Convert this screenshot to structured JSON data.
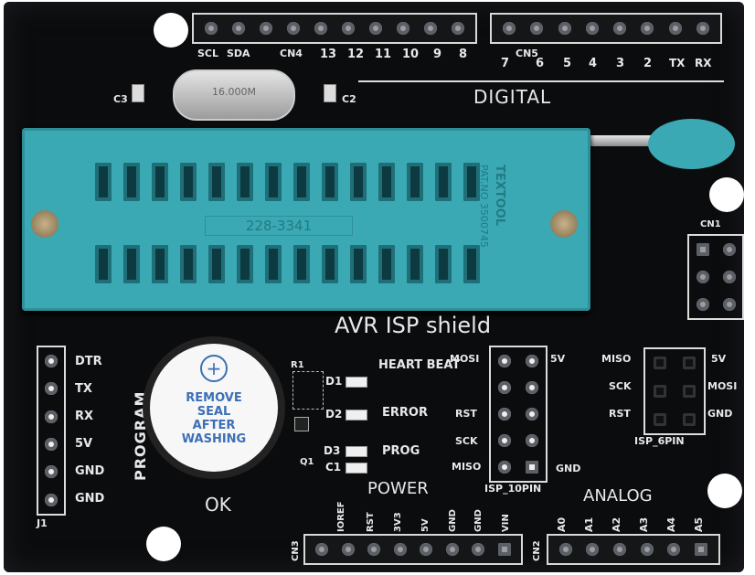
{
  "board": {
    "title": "AVR ISP shield",
    "section_digital": "DIGITAL",
    "section_power": "POWER",
    "section_analog": "ANALOG",
    "section_program": "PROGRAM",
    "ok_label": "OK",
    "zif_socket_label": "228-3341",
    "zif_brand": "TEXTOOL",
    "zif_patent": "PAT.NO 3500745",
    "crystal_marking": "16.000M",
    "colors": {
      "pcb": "#0b0c0e",
      "zif": "#3aa9b4",
      "silk": "#e8e8e8"
    }
  },
  "headers": {
    "cn4": {
      "name": "CN4",
      "pins": [
        "SCL",
        "SDA",
        "",
        "",
        "13",
        "12",
        "11",
        "10",
        "9",
        "8"
      ]
    },
    "cn5": {
      "name": "CN5",
      "pins": [
        "7",
        "6",
        "5",
        "4",
        "3",
        "2",
        "TX",
        "RX"
      ]
    },
    "cn3": {
      "name": "CN3",
      "pins": [
        "IOREF",
        "RST",
        "3V3",
        "5V",
        "GND",
        "GND",
        "VIN"
      ]
    },
    "cn2": {
      "name": "CN2",
      "pins": [
        "A0",
        "A1",
        "A2",
        "A3",
        "A4",
        "A5"
      ]
    },
    "cn1": {
      "name": "CN1"
    },
    "j1": {
      "name": "J1",
      "pins": [
        "DTR",
        "TX",
        "RX",
        "5V",
        "GND",
        "GND"
      ]
    }
  },
  "components": {
    "c1": "C1",
    "c2": "C2",
    "c3": "C3",
    "r1": "R1",
    "q1": "Q1",
    "leds": [
      {
        "ref": "D1",
        "label": "HEART BEAT"
      },
      {
        "ref": "D2",
        "label": "ERROR"
      },
      {
        "ref": "D3",
        "label": "PROG"
      }
    ]
  },
  "isp_10pin": {
    "name": "ISP_10PIN",
    "left_labels": [
      "MOSI",
      "",
      "RST",
      "SCK",
      "MISO"
    ],
    "right_labels": [
      "5V",
      "",
      "",
      "",
      "GND"
    ]
  },
  "isp_6pin": {
    "name": "ISP_6PIN",
    "left_labels": [
      "MISO",
      "SCK",
      "RST"
    ],
    "right_labels": [
      "5V",
      "MOSI",
      "GND"
    ]
  },
  "buzzer": {
    "icon": "plus-icon",
    "text": [
      "REMOVE",
      "SEAL",
      "AFTER",
      "WASHING"
    ]
  }
}
